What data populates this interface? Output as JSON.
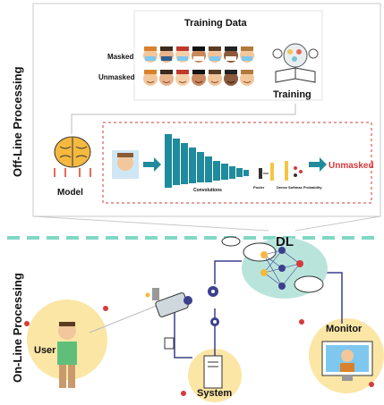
{
  "offline": {
    "section_label": "Off-Line Processing",
    "training_data_title": "Training Data",
    "masked_label": "Masked",
    "unmasked_label": "Unmasked",
    "training_label": "Training",
    "model_label": "Model",
    "convolutions_label": "Convolutions",
    "output_label": "Unmasked",
    "pooling_label": "Pooler",
    "dense_label": "Dense",
    "softmax_label": "Softmax Probability"
  },
  "online": {
    "section_label": "On-Line Processing",
    "dl_label": "DL",
    "user_label": "User",
    "system_label": "System",
    "monitor_label": "Monitor"
  },
  "colors": {
    "teal": "#1f8b9c",
    "dashed_line": "#7fd8c4",
    "red_accent": "#d63a3a",
    "yellow_circle": "#fbe6a6",
    "cloud": "#b9e4dc"
  }
}
